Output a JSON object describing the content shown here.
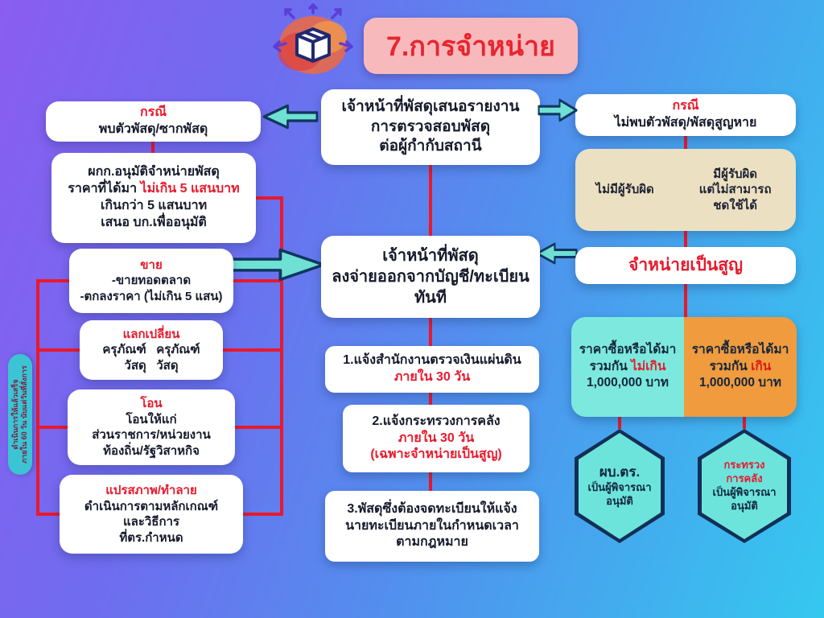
{
  "colors": {
    "accent_red": "#e9192c",
    "arrow_teal": "#6fe0d4",
    "price_low_bg": "#7de9de",
    "price_high_bg": "#f09b3d",
    "liability_bg": "#ece0c2",
    "hex_fill": "#6ce4dc",
    "title_bg": "#f8b9bd",
    "background_left": "#8a5df0",
    "background_right": "#35c8ef"
  },
  "title": {
    "label": "7.การจำหน่าย"
  },
  "top_flow": {
    "report_box": {
      "line1": "เจ้าหน้าที่พัสดุเสนอรายงาน",
      "line2": "การตรวจสอบพัสดุ",
      "line3": "ต่อผู้กำกับสถานี"
    },
    "case_found": {
      "header": "กรณี",
      "body": "พบตัวพัสดุ/ซากพัสดุ"
    },
    "case_not_found": {
      "header": "กรณี",
      "body": "ไม่พบตัวพัสดุ/พัสดุสูญหาย"
    }
  },
  "left_column": {
    "approval": {
      "line1": "ผกก.อนุมัติจำหน่ายพัสดุ",
      "line2_pre": "ราคาที่ได้มา",
      "line2_red": "ไม่เกิน 5 แสนบาท",
      "line3": "เกินกว่า 5 แสนบาท",
      "line4": "เสนอ บก.เพื่ออนุมัติ"
    },
    "sell": {
      "header": "ขาย",
      "line1": "-ขายทอดตลาด",
      "line2": "-ตกลงราคา (ไม่เกิน 5 แสน)"
    },
    "exchange": {
      "header": "แลกเปลี่ยน",
      "line1": "ครุภัณฑ์   ครุภัณฑ์",
      "line2": "วัสดุ   วัสดุ"
    },
    "transfer": {
      "header": "โอน",
      "line1": "โอนให้แก่",
      "line2": "ส่วนราชการ/หน่วยงาน",
      "line3": "ท้องถิ่น/รัฐวิสาหกิจ"
    },
    "convert": {
      "header": "แปรสภาพ/ทำลาย",
      "line1": "ดำเนินการตามหลักเกณฑ์",
      "line2": "และวิธีการ",
      "line3": "ที่ตร.กำหนด"
    },
    "deadline_note": {
      "line1": "ดำเนินการให้แล้วเสร็จ",
      "line2": "ภายใน 60 วัน นับแต่วันที่สั่งการ"
    }
  },
  "center_column": {
    "dispose_box": {
      "line1": "เจ้าหน้าที่พัสดุ",
      "line2": "ลงจ่ายออกจากบัญชี/ทะเบียน",
      "line3": "ทันที"
    },
    "step1": {
      "line1": "1.แจ้งสำนักงานตรวจเงินแผ่นดิน",
      "line2": "ภายใน 30 วัน"
    },
    "step2": {
      "line1": "2.แจ้งกระทรวงการคลัง",
      "line2": "ภายใน 30 วัน",
      "line3": "(เฉพาะจำหน่ายเป็นสูญ)"
    },
    "step3": {
      "line1": "3.พัสดุซึ่งต้องจดทะเบียนให้แจ้ง",
      "line2": "นายทะเบียนภายในกำหนดเวลา",
      "line3": "ตามกฎหมาย"
    }
  },
  "right_column": {
    "liability": {
      "no_liable": "ไม่มีผู้รับผิด",
      "liable_line1": "มีผู้รับผิด",
      "liable_line2": "แต่ไม่สามารถ",
      "liable_line3": "ชดใช้ได้"
    },
    "write_off": {
      "label": "จำหน่ายเป็นสูญ"
    },
    "price_low": {
      "line1": "ราคาซื้อหรือได้มา",
      "line2_pre": "รวมกัน",
      "line2_red": "ไม่เกิน",
      "line3": "1,000,000 บาท"
    },
    "price_high": {
      "line1": "ราคาซื้อหรือได้มา",
      "line2_pre": "รวมกัน",
      "line2_red": "เกิน",
      "line3": "1,000,000 บาท"
    },
    "hex_left": {
      "line1": "ผบ.ตร.",
      "line2": "เป็นผู้พิจารณา",
      "line3": "อนุมัติ"
    },
    "hex_right": {
      "line1_red": "กระทรวง",
      "line2_red": "การคลัง",
      "line3": "เป็นผู้พิจารณา",
      "line4": "อนุมัติ"
    }
  }
}
